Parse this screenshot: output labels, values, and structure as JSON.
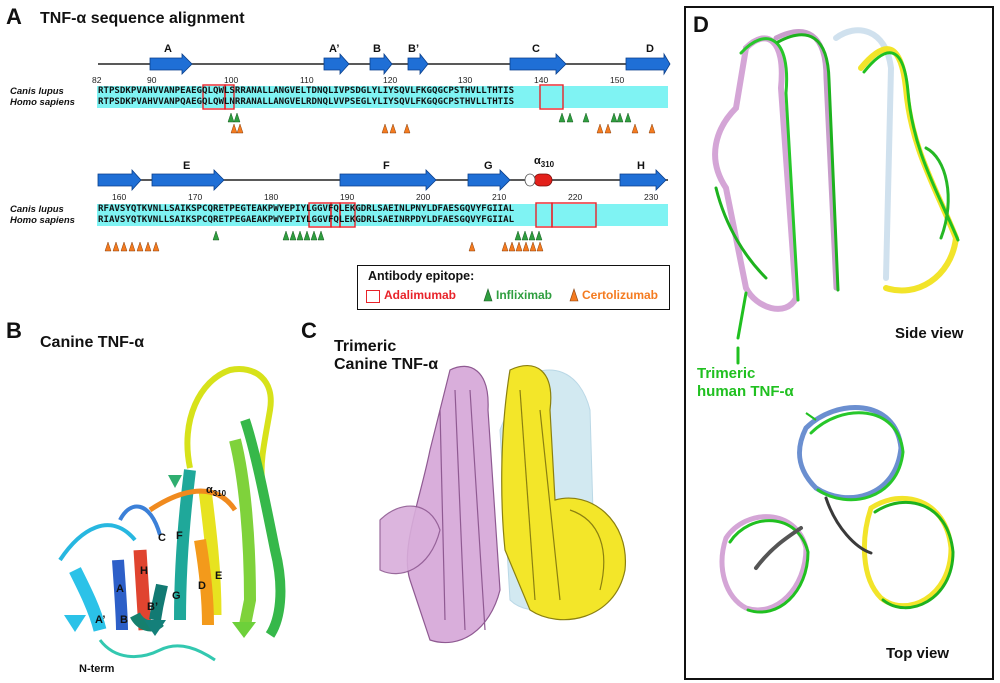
{
  "panel_a": {
    "letter": "A",
    "title": "TNF-α sequence alignment",
    "species": [
      "Canis lupus",
      "Homo sapiens"
    ],
    "block1": {
      "canis": "RTPSDKPVAHVVANPEAEGQLQWLSRRANALLANGVELTDNQLIVPSDGLYLIYSQVLFKGQGCPSTHVLLTHTIS",
      "homo": "RTPSDKPVAHVVANPQAEGQLQWLNRRANALLANGVELRDNQLVVPSEGLYLIYSQVLFKGQGCPSTHVLLTHTIS",
      "numbers": [
        "82",
        "90",
        "100",
        "110",
        "120",
        "130",
        "140",
        "150"
      ],
      "ss": [
        "A",
        "A’",
        "B",
        "B’",
        "C",
        "D"
      ]
    },
    "block2": {
      "canis": "RFAVSYQTKVNLLSAIKSPCQRETPEGTEAKPWYEPIYLGGVFQLEKGDRLSAEINLPNYLDFAESGQVYFGIIAL",
      "homo": "RIAVSYQTKVNLLSAIKSPCQRETPEGAEAKPWYEPIYLGGVFQLEKGDRLSAEINRPDYLDFAESGQVYFGIIAL",
      "numbers": [
        "160",
        "170",
        "180",
        "190",
        "200",
        "210",
        "220",
        "230"
      ],
      "ss": [
        "E",
        "F",
        "G",
        "H"
      ],
      "helix_label": "α",
      "helix_sub": "310"
    },
    "legend": {
      "title": "Antibody epitope:",
      "items": [
        {
          "label": "Adalimumab",
          "color": "#e8232a"
        },
        {
          "label": "Infliximab",
          "color": "#2f9e3f"
        },
        {
          "label": "Certolizumab",
          "color": "#f47b20"
        }
      ]
    }
  },
  "panel_b": {
    "letter": "B",
    "title": "Canine TNF-α",
    "strand_labels": [
      "A’",
      "A",
      "B",
      "B’",
      "H",
      "C",
      "F",
      "G",
      "D",
      "E"
    ],
    "helix_label": "α",
    "helix_sub": "310",
    "nterm": "N-term"
  },
  "panel_c": {
    "letter": "C",
    "title_line1": "Trimeric",
    "title_line2": "Canine TNF-α"
  },
  "panel_d": {
    "letter": "D",
    "side_view": "Side view",
    "top_view": "Top view",
    "human_label_line1": "Trimeric",
    "human_label_line2": "human TNF-α"
  },
  "colors": {
    "highlight": "#7ff3f3",
    "arrow": "#1f6fd6",
    "helix": "#e3201b",
    "adalimumab": "#e8232a",
    "infliximab": "#2f9e3f",
    "certolizumab": "#f47b20",
    "pink": "#d6a6d8",
    "yellow": "#f2e32a",
    "lightblue": "#b6dbe8",
    "green": "#22c422"
  }
}
